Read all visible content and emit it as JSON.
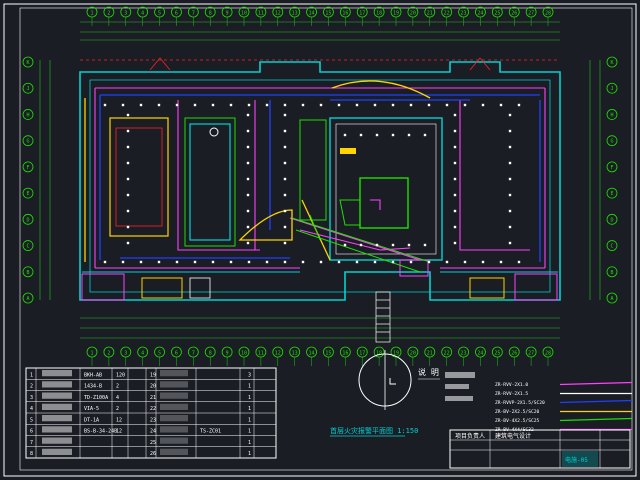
{
  "colors": {
    "background": "#1a1d24",
    "frame": "#ffffff",
    "wall": "#00d2d2",
    "inner": "#1fe000",
    "power": "#ff40ff",
    "lighting": "#ffffff",
    "pipe": "#2040ff",
    "accent": "#ffd400",
    "red": "#ff2020",
    "dim": "#28c028"
  },
  "drawing": {
    "title": "首层火灾报警平面图 1:150",
    "notes_title": "说 明",
    "scale_text": "1:150"
  },
  "axis": {
    "top": [
      "1",
      "2",
      "3",
      "4",
      "5",
      "6",
      "7",
      "8",
      "9",
      "10",
      "11",
      "12",
      "13",
      "14",
      "15",
      "16",
      "17",
      "18",
      "19",
      "20",
      "21",
      "22",
      "23",
      "24",
      "25",
      "26",
      "27",
      "28"
    ],
    "bottom": [
      "1",
      "2",
      "3",
      "4",
      "5",
      "6",
      "7",
      "8",
      "9",
      "10",
      "11",
      "12",
      "13",
      "14",
      "15",
      "16",
      "17",
      "18",
      "19",
      "20",
      "21",
      "22",
      "23",
      "24",
      "25",
      "26",
      "27",
      "28"
    ],
    "left": [
      "K",
      "J",
      "H",
      "G",
      "F",
      "E",
      "D",
      "C",
      "B",
      "A"
    ],
    "right": [
      "K",
      "J",
      "H",
      "G",
      "F",
      "E",
      "D",
      "C",
      "B",
      "A"
    ]
  },
  "legend": {
    "rows": [
      {
        "n": "1",
        "model": "BKH-AB",
        "qty": "120",
        "n2": "19",
        "model2": "",
        "qty2": "3"
      },
      {
        "n": "2",
        "model": "1434-B",
        "qty": "2",
        "n2": "20",
        "model2": "",
        "qty2": "1"
      },
      {
        "n": "3",
        "model": "TD-Z100A",
        "qty": "4",
        "n2": "21",
        "model2": "",
        "qty2": "1"
      },
      {
        "n": "4",
        "model": "VIA-5",
        "qty": "2",
        "n2": "22",
        "model2": "",
        "qty2": "1"
      },
      {
        "n": "5",
        "model": "DT-1A",
        "qty": "12",
        "n2": "23",
        "model2": "",
        "qty2": "1"
      },
      {
        "n": "6",
        "model": "BS-B-34-24B",
        "qty": "12",
        "n2": "24",
        "model2": "TS-ZC01",
        "qty2": "1"
      },
      {
        "n": "7",
        "model": "",
        "qty": "",
        "n2": "25",
        "model2": "",
        "qty2": "1"
      },
      {
        "n": "8",
        "model": "",
        "qty": "",
        "n2": "26",
        "model2": "",
        "qty2": "1"
      }
    ]
  },
  "cables": [
    {
      "label": "ZR-RVV-2X1.0",
      "color": "#ff40ff"
    },
    {
      "label": "ZR-RVV-2X1.5",
      "color": "#ffffff"
    },
    {
      "label": "ZR-RVVP-2X1.5/SC20",
      "color": "#2040ff"
    },
    {
      "label": "ZR-BV-2X2.5/SC20",
      "color": "#ffd400"
    },
    {
      "label": "ZR-BV-4X2.5/SC25",
      "color": "#1fe000"
    },
    {
      "label": "ZR-BV-4X4/SC32",
      "color": "#ff40ff"
    }
  ],
  "titleblock": {
    "designer": "项目负责人",
    "company": "建筑电气设计",
    "sheet": "电施-05"
  }
}
